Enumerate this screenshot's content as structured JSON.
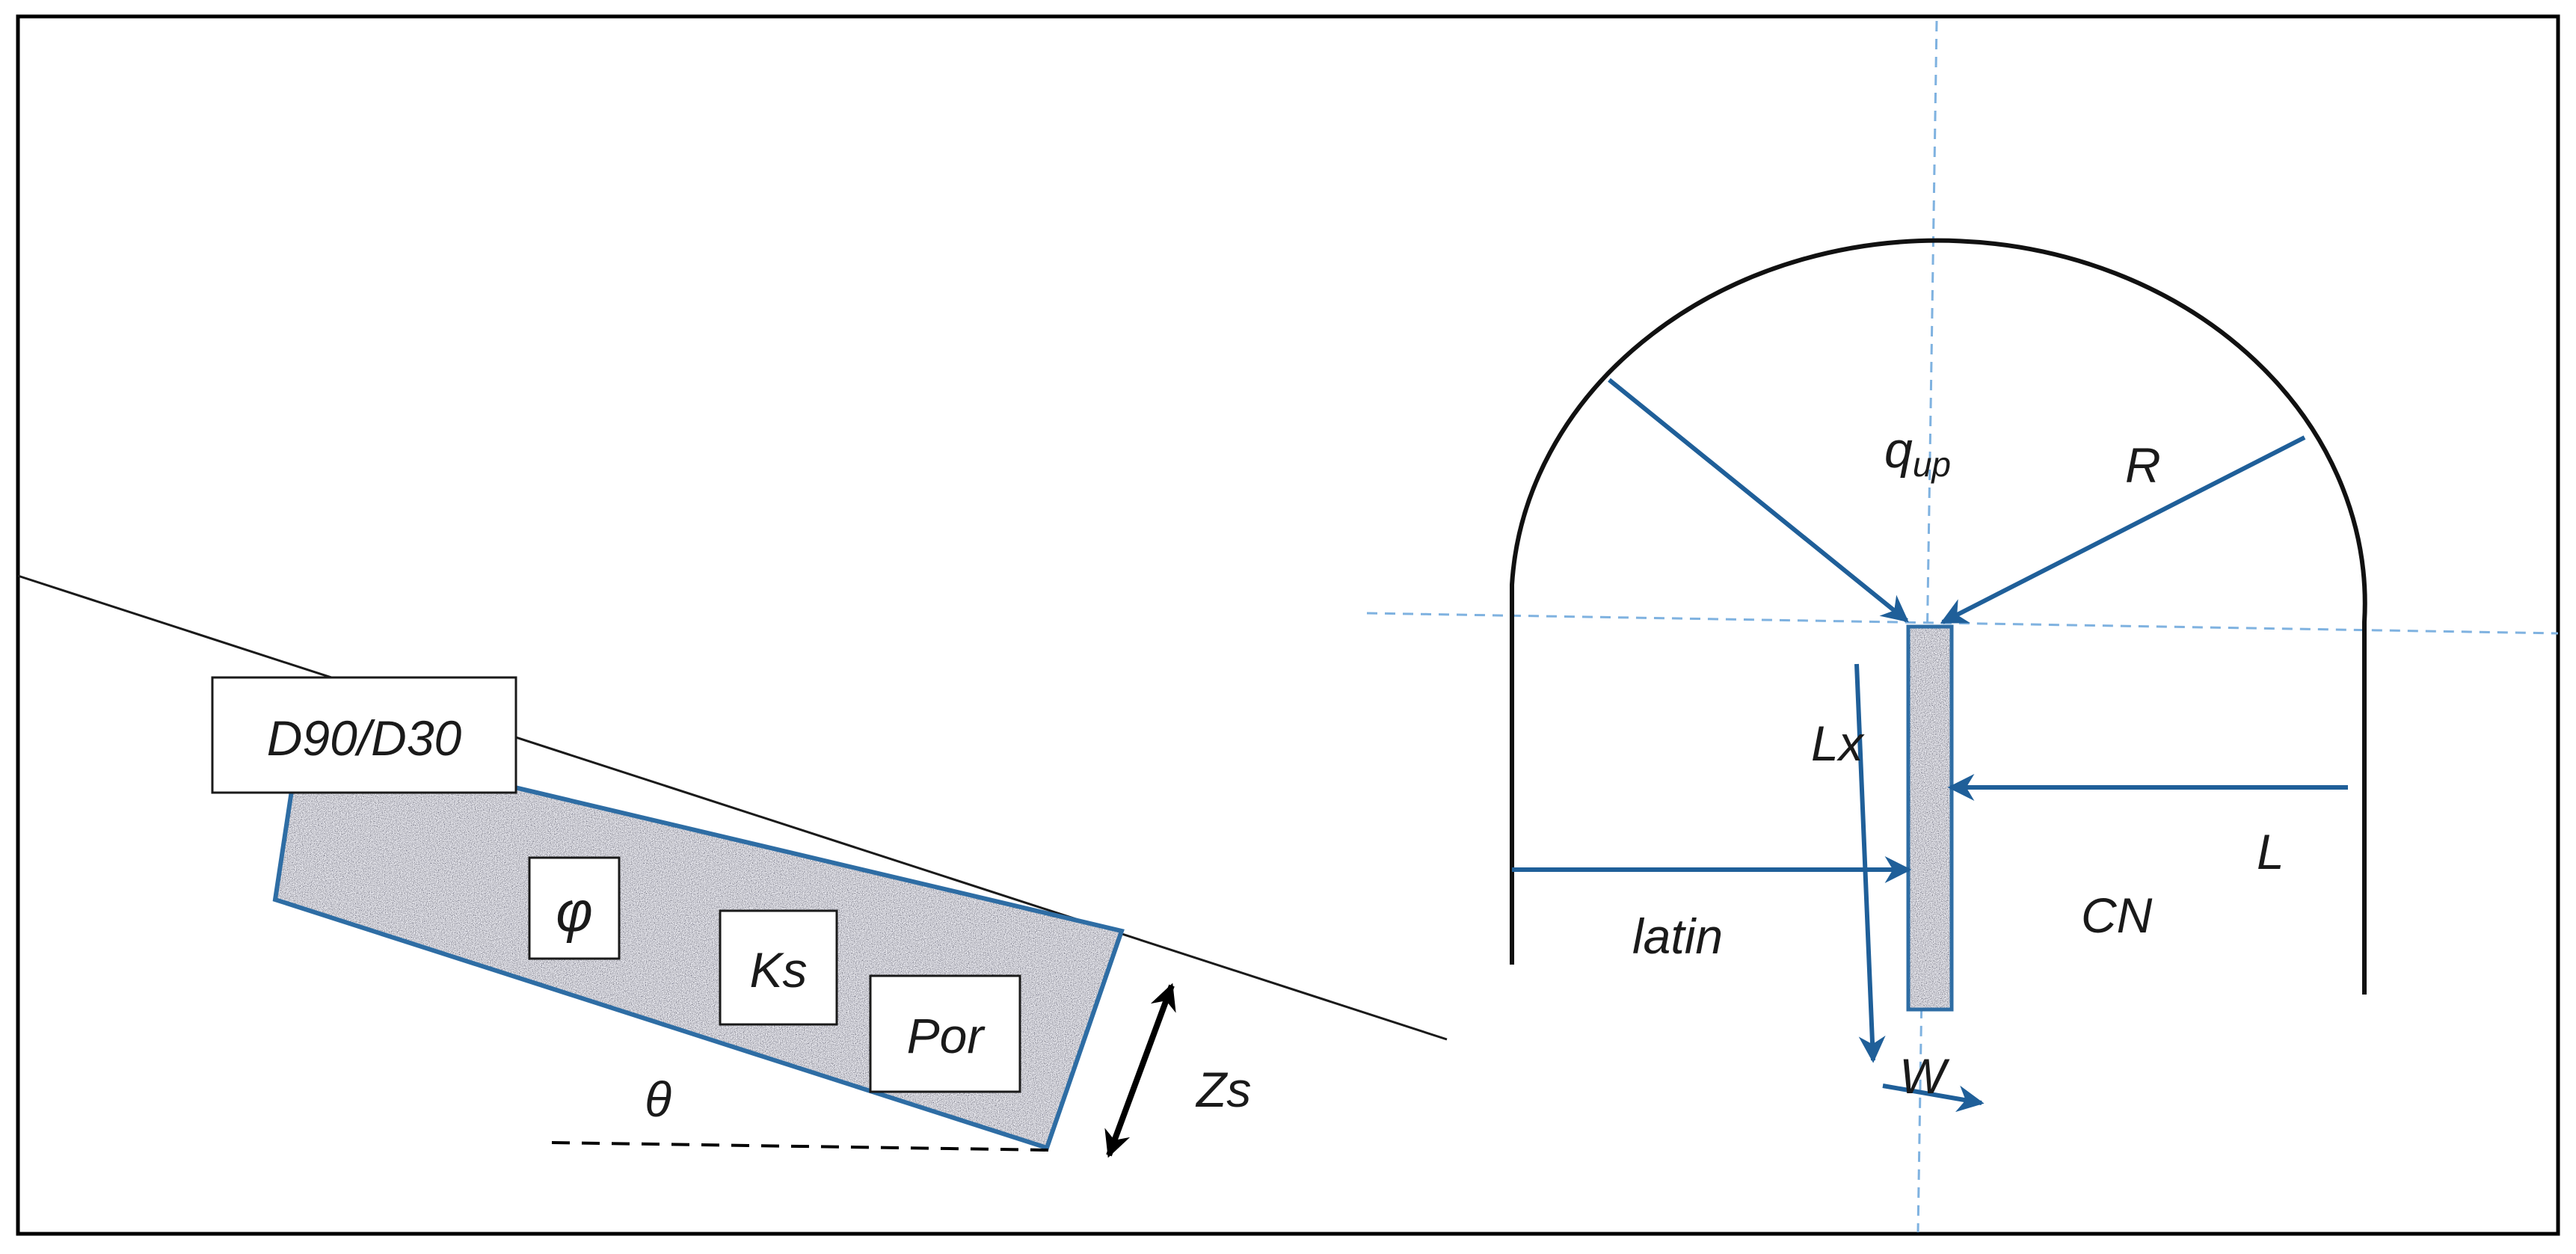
{
  "colors": {
    "frame": "#000000",
    "slope_line": "#1a1a1a",
    "block_border": "#2e6da4",
    "block_fill": "#9a9ea6",
    "arrow_blue": "#1f5f99",
    "guide_dashed": "#7fb2e0",
    "outline": "#111111"
  },
  "left_panel": {
    "box_labels": {
      "d90_d30": "D90/D30",
      "phi": "φ",
      "ks": "Ks",
      "por": "Por"
    },
    "theta": "θ",
    "zs": "Zs"
  },
  "right_panel": {
    "q_main": "q",
    "q_sub": "up",
    "r": "R",
    "lx": "Lx",
    "l": "L",
    "latin": "latin",
    "cn": "CN",
    "w": "W"
  }
}
